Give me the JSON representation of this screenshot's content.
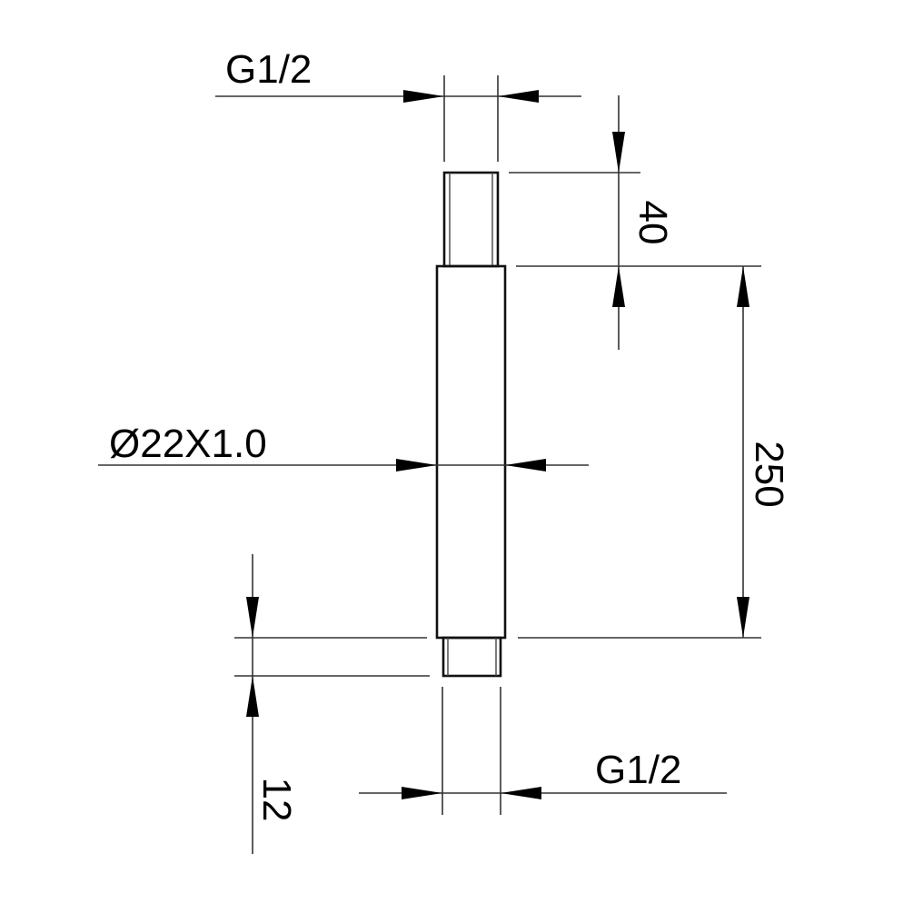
{
  "drawing": {
    "labels": {
      "thread_top": "G1/2",
      "length_top_nipple": "40",
      "tube_length": "250",
      "tube_diameter": "Ø22X1.0",
      "length_bottom_nipple": "12",
      "thread_bottom": "G1/2"
    }
  }
}
